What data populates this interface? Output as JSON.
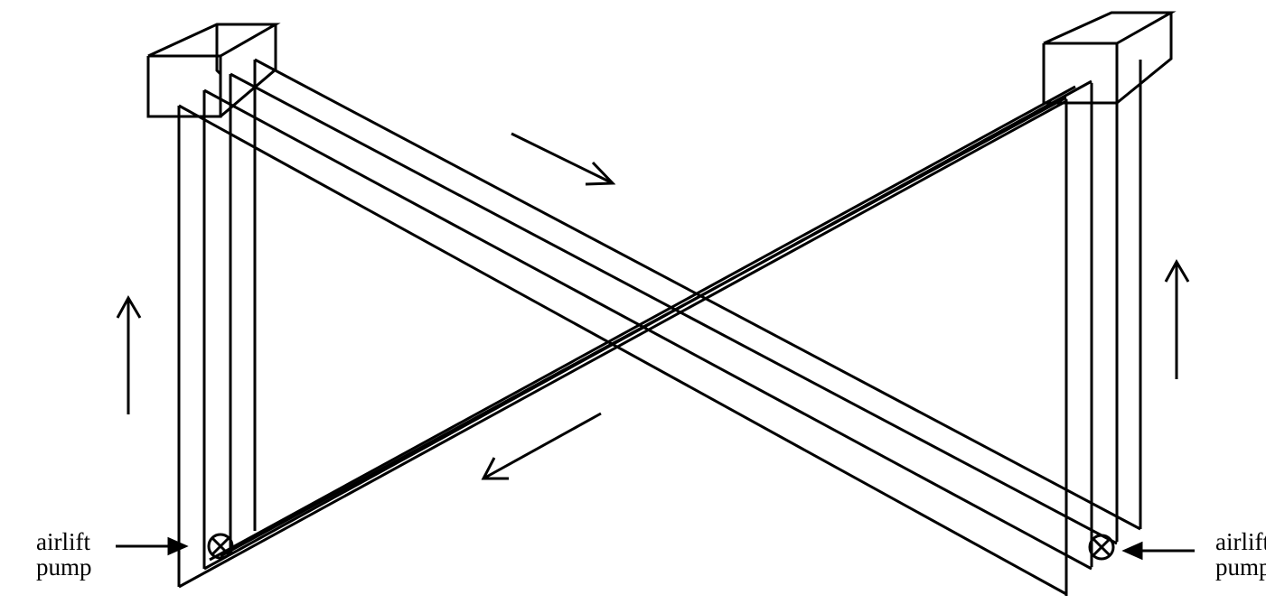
{
  "labels": {
    "left_line1": "airlift",
    "left_line2": "pump",
    "right_line1": "airlift",
    "right_line2": "pump"
  },
  "colors": {
    "stroke": "#000000",
    "background": "#ffffff"
  }
}
